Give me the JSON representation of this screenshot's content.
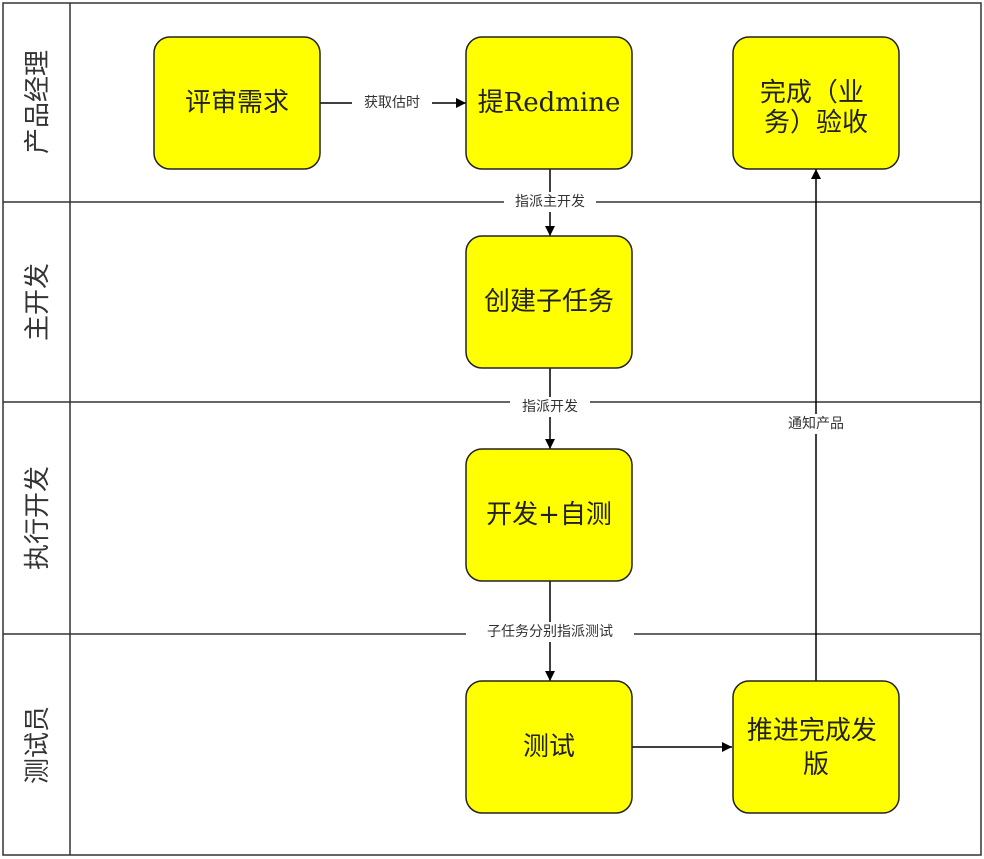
{
  "colors": {
    "box_fill": "#ffff00",
    "box_stroke": "#222222",
    "line": "#000000",
    "background": "#ffffff",
    "frame": "#333333"
  },
  "lanes": [
    {
      "label": "产品经理"
    },
    {
      "label": "主开发"
    },
    {
      "label": "执行开发"
    },
    {
      "label": "测试员"
    }
  ],
  "nodes": {
    "review": {
      "lines": [
        "评审需求"
      ]
    },
    "redmine": {
      "lines": [
        "提Redmine"
      ]
    },
    "accept": {
      "lines": [
        "完成（业",
        "务）验收"
      ]
    },
    "subtask": {
      "lines": [
        "创建子任务"
      ]
    },
    "dev": {
      "lines": [
        "开发+自测"
      ]
    },
    "test": {
      "lines": [
        "测试"
      ]
    },
    "release": {
      "lines": [
        "推进完成发",
        "版"
      ]
    }
  },
  "edges": {
    "e1": {
      "label": "获取估时"
    },
    "e2": {
      "label": "指派主开发"
    },
    "e3": {
      "label": "指派开发"
    },
    "e4": {
      "label": "子任务分别指派测试"
    },
    "e5": {
      "label": ""
    },
    "e6": {
      "label": "通知产品"
    }
  }
}
